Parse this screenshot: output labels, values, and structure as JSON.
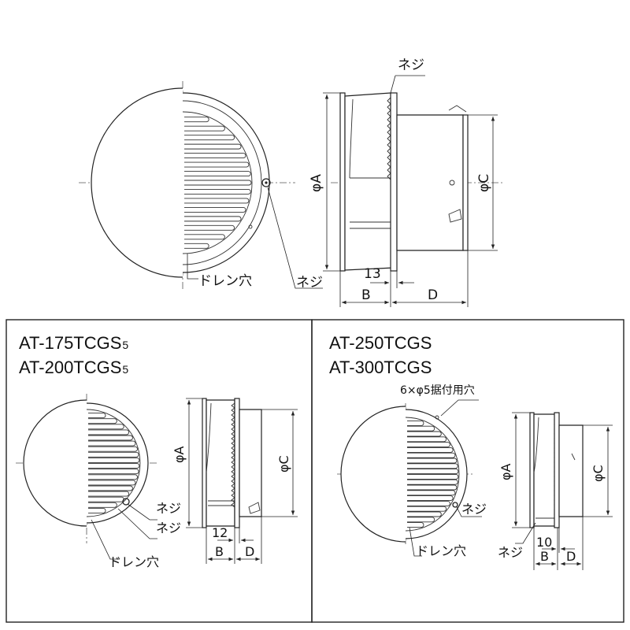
{
  "top": {
    "label_screw_top": "ネジ",
    "label_screw_front": "ネジ",
    "label_drain": "ドレン穴",
    "dim_a": "φA",
    "dim_c": "φC",
    "dim_13": "13",
    "dim_b": "B",
    "dim_d": "D"
  },
  "panel_left": {
    "model_1": "AT-175TCGS",
    "model_1_sub": "5",
    "model_2": "AT-200TCGS",
    "model_2_sub": "5",
    "label_screw_1": "ネジ",
    "label_screw_2": "ネジ",
    "label_drain": "ドレン穴",
    "dim_a": "φA",
    "dim_c": "φC",
    "dim_12": "12",
    "dim_b": "B",
    "dim_d": "D"
  },
  "panel_right": {
    "model_1": "AT-250TCGS",
    "model_2": "AT-300TCGS",
    "label_mount_holes": "6×φ5据付用穴",
    "label_screw_front": "ネジ",
    "label_screw_side": "ネジ",
    "label_drain": "ドレン穴",
    "dim_a": "φA",
    "dim_c": "φC",
    "dim_10": "10",
    "dim_b": "B",
    "dim_d": "D"
  }
}
